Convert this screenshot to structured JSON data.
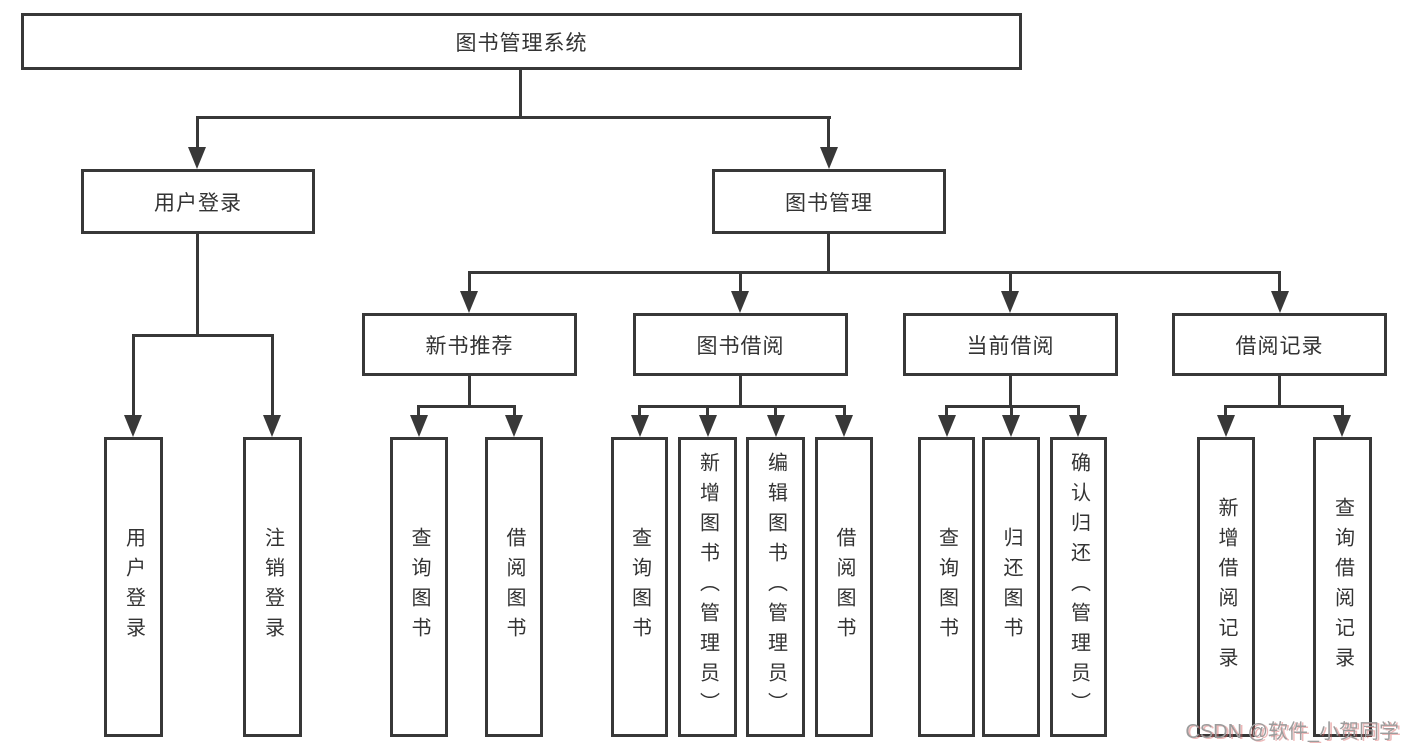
{
  "diagram": {
    "root_label": "图书管理系统",
    "level2": [
      {
        "label": "用户登录"
      },
      {
        "label": "图书管理"
      }
    ],
    "level3": [
      {
        "label": "新书推荐"
      },
      {
        "label": "图书借阅"
      },
      {
        "label": "当前借阅"
      },
      {
        "label": "借阅记录"
      }
    ],
    "leaves": {
      "user_login": [
        {
          "label": "用户登录"
        },
        {
          "label": "注销登录"
        }
      ],
      "new_book_recommend": [
        {
          "label": "查询图书"
        },
        {
          "label": "借阅图书"
        }
      ],
      "book_borrow": [
        {
          "label": "查询图书"
        },
        {
          "label": "新增图书（管理员）"
        },
        {
          "label": "编辑图书（管理员）"
        },
        {
          "label": "借阅图书"
        }
      ],
      "current_borrow": [
        {
          "label": "查询图书"
        },
        {
          "label": "归还图书"
        },
        {
          "label": "确认归还（管理员）"
        }
      ],
      "borrow_records": [
        {
          "label": "新增借阅记录"
        },
        {
          "label": "查询借阅记录"
        }
      ]
    }
  },
  "watermark": {
    "text": "CSDN @软件_小贺同学"
  },
  "colors": {
    "line": "#383838",
    "text": "#333333",
    "canvas": "#ffffff",
    "watermark": "#9c9c9c"
  }
}
